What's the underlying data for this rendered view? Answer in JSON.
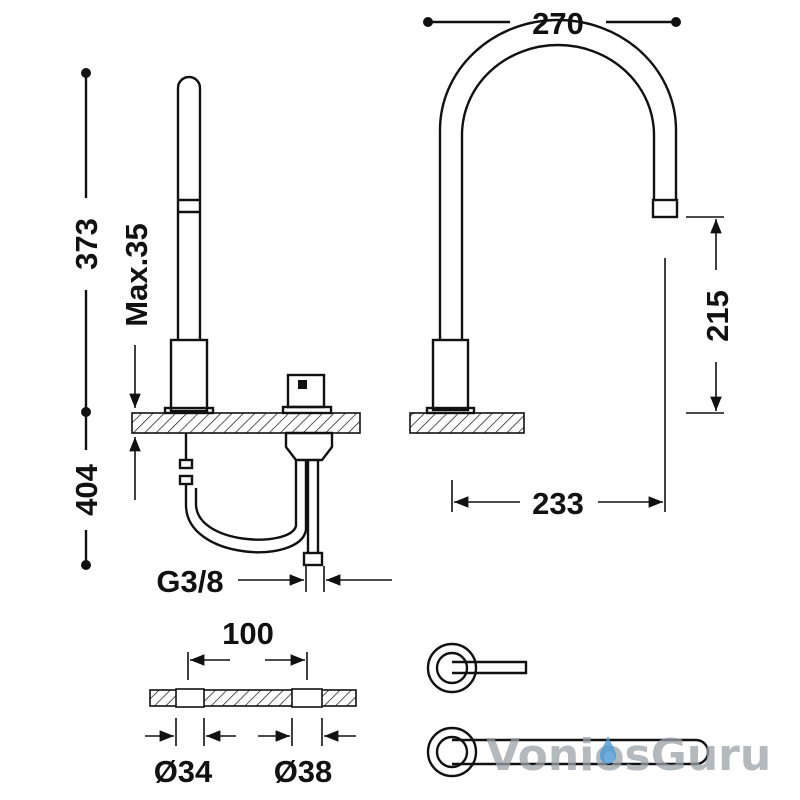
{
  "dimensions": {
    "total_width": "270",
    "spout_height": "373",
    "max_deck_thickness": "Max.35",
    "under_deck_length": "404",
    "spout_reach": "215",
    "spout_projection": "233",
    "thread": "G3/8",
    "centre_distance": "100",
    "hole_diameter_1": "Ø34",
    "hole_diameter_2": "Ø38"
  },
  "watermark": {
    "text": "VoniosGuru"
  },
  "colors": {
    "line": "#111111",
    "watermark": "#9aa2a8",
    "watermark_drop": "#4a9ad4"
  }
}
